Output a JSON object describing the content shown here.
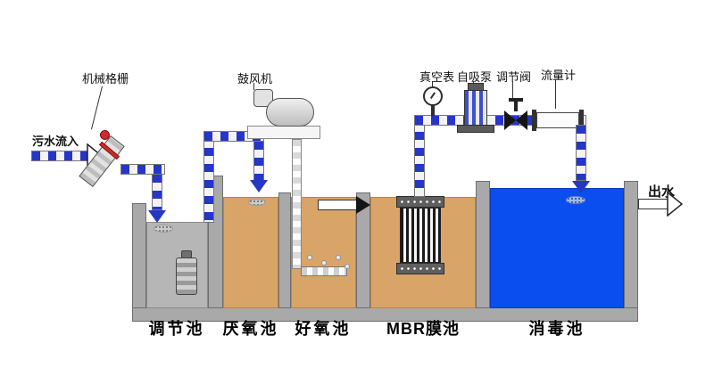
{
  "annotations": {
    "inflow": "污水流入",
    "screen": "机械格栅",
    "blower": "鼓风机",
    "vacuum_gauge": "真空表",
    "self_priming_pump": "自吸泵",
    "control_valve": "调节阀",
    "flow_meter": "流量计",
    "outflow": "出水"
  },
  "tanks": [
    {
      "name": "调节池"
    },
    {
      "name": "厌氧池"
    },
    {
      "name": "好氧池"
    },
    {
      "name": "MBR膜池"
    },
    {
      "name": "消毒池"
    }
  ],
  "colors": {
    "tank_wall": "#a9a9a9",
    "regulation_water": "#b6b6b6",
    "biological_water": "#d9a468",
    "disinfection_water": "#0b4ef0",
    "pipe_blue": "#2536c8"
  }
}
